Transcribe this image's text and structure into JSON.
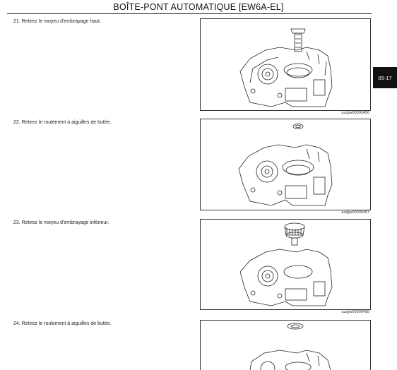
{
  "header": {
    "title": "BOÎTE-PONT AUTOMATIQUE [EW6A-EL]"
  },
  "side_tab": {
    "label": "05-17"
  },
  "steps": [
    {
      "text": "21. Retirez le moyeu d'embrayage haut.",
      "figure_code": "azzjjw00000456",
      "part": "clutch-hub-upper"
    },
    {
      "text": "22. Retirez le roulement à aiguilles de butée.",
      "figure_code": "azzjjw00000457",
      "part": "thrust-needle-bearing"
    },
    {
      "text": "23. Retirez le moyeu d'embrayage inférieur.",
      "figure_code": "azzjjw00000458",
      "part": "clutch-hub-lower"
    },
    {
      "text": "24. Retirez le roulement à aiguilles de butée.",
      "figure_code": "",
      "part": "thrust-needle-bearing"
    }
  ]
}
